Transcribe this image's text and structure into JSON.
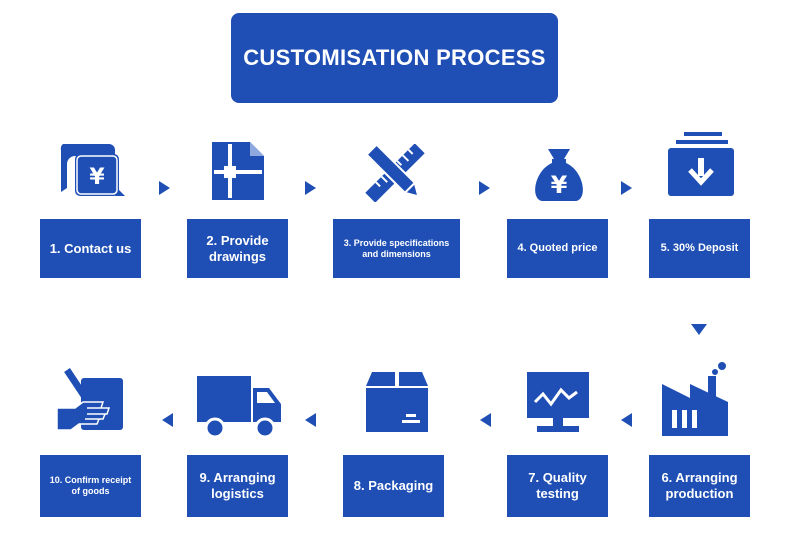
{
  "title": "CUSTOMISATION PROCESS",
  "accent_color": "#1f4fb5",
  "steps": [
    {
      "label": "1. Contact us",
      "icon": "yen-documents-icon"
    },
    {
      "label": "2. Provide drawings",
      "icon": "drawing-document-icon"
    },
    {
      "label": "3. Provide specifications and dimensions",
      "icon": "pencil-ruler-icon"
    },
    {
      "label": "4. Quoted price",
      "icon": "money-bag-icon"
    },
    {
      "label": "5. 30% Deposit",
      "icon": "deposit-tray-icon"
    },
    {
      "label": "6. Arranging production",
      "icon": "factory-icon"
    },
    {
      "label": "7. Quality testing",
      "icon": "monitor-chart-icon"
    },
    {
      "label": "8. Packaging",
      "icon": "package-box-icon"
    },
    {
      "label": "9. Arranging logistics",
      "icon": "delivery-truck-icon"
    },
    {
      "label": "10. Confirm receipt of goods",
      "icon": "hand-receive-icon"
    }
  ]
}
